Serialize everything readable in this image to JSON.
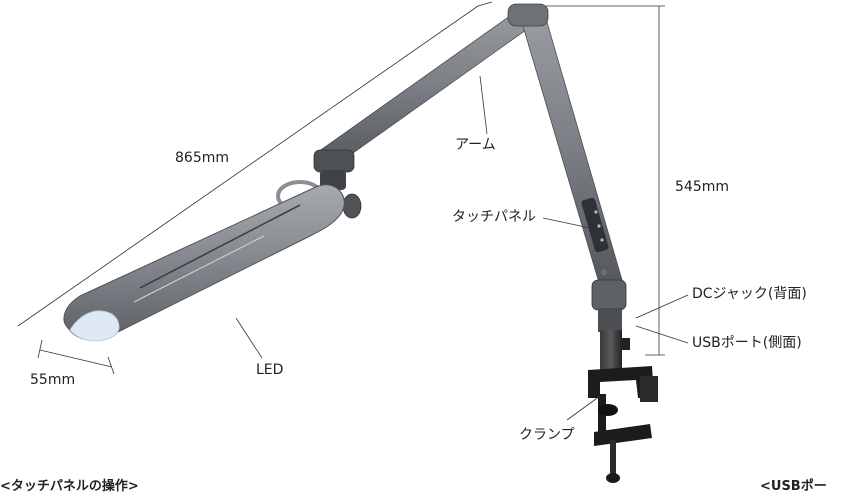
{
  "dimensions": {
    "length": "865mm",
    "height": "545mm",
    "width": "55mm"
  },
  "parts": {
    "arm": "アーム",
    "touch_panel": "タッチパネル",
    "dc_jack": "DCジャック(背面)",
    "usb_port": "USBポート(側面)",
    "led": "LED",
    "clamp": "クランプ"
  },
  "sections": {
    "touch_panel_operation": "<タッチパネルの操作>",
    "usb_port_heading": "<USBポー"
  },
  "colors": {
    "arm": "#7b7e84",
    "arm_dark": "#54575c",
    "head": "#8a8d92",
    "led_glow": "#dfe9f5",
    "clamp": "#1c1c1c",
    "line": "#333333"
  }
}
